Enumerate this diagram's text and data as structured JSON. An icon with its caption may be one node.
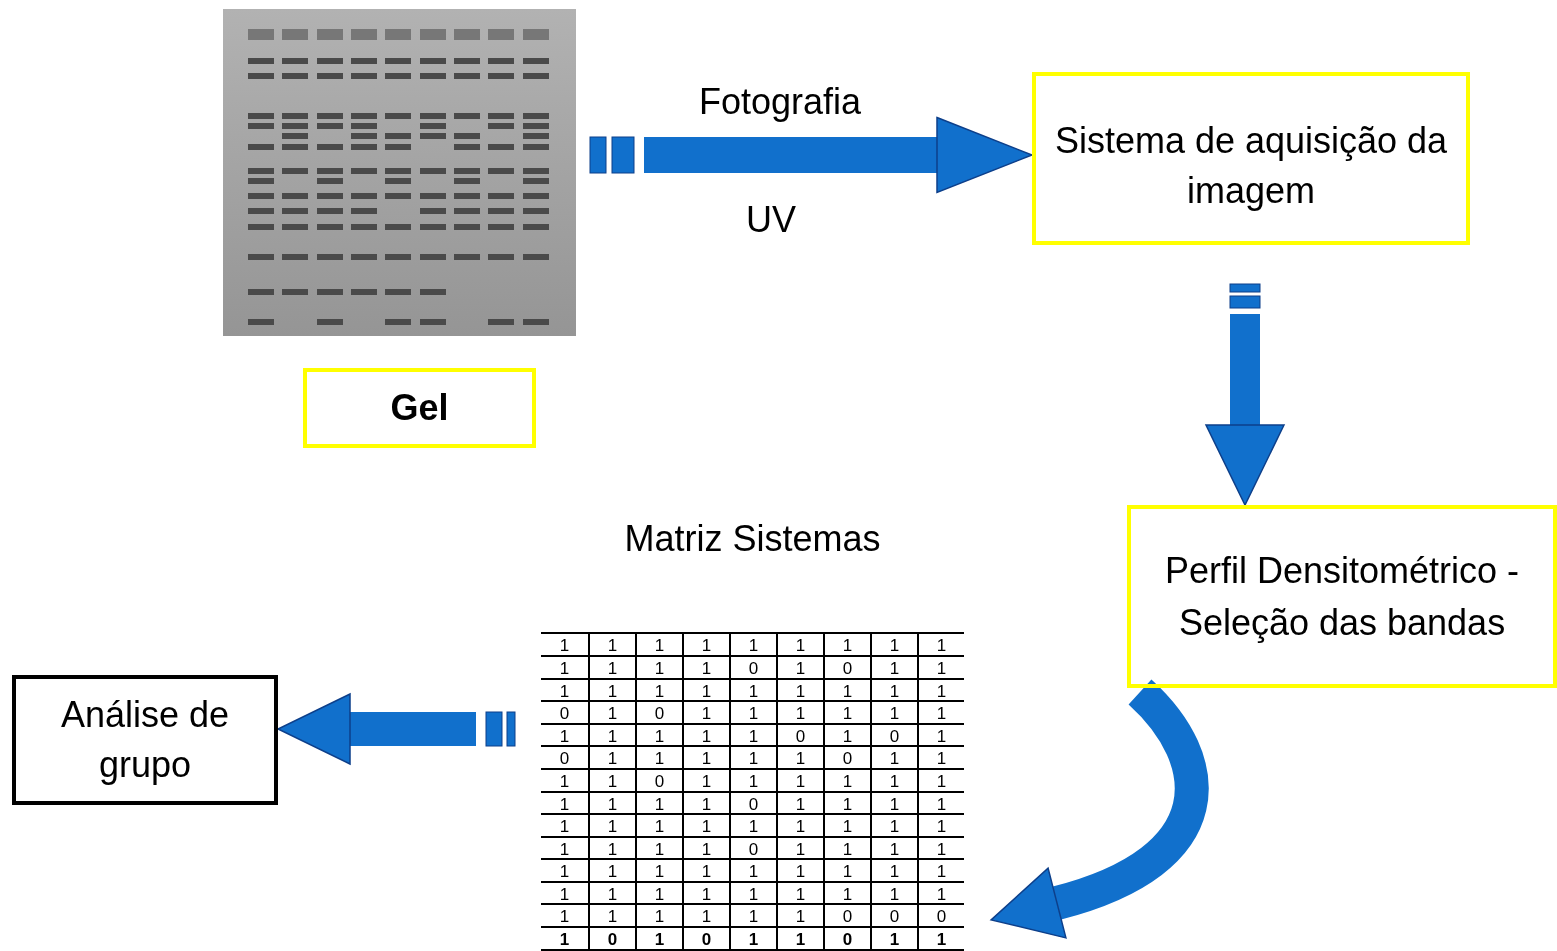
{
  "diagram": {
    "nodes": [
      {
        "text": [],
        "shape": "picture"
      },
      {
        "text": [
          "Gel"
        ]
      },
      {
        "text": [
          "Sistema de aquisição da imagem"
        ]
      },
      {
        "text": [
          "Perfil Densitométrico - Seleção das bandas"
        ]
      },
      {
        "text": [
          "Matriz Sistemas"
        ]
      },
      {
        "text": [
          "Análise de grupo"
        ]
      }
    ],
    "edges": [
      {
        "from": 0,
        "to": 2,
        "arrow": "to",
        "label": "Fotografia"
      },
      {
        "from": 2,
        "to": 3,
        "arrow": "to"
      },
      {
        "from": 3,
        "to": 4,
        "arrow": "to"
      },
      {
        "from": 4,
        "to": 5,
        "arrow": "to"
      }
    ],
    "labels": [
      "UV",
      "1",
      "1",
      "1",
      "1",
      "1",
      "1",
      "1",
      "1",
      "1",
      "1",
      "1",
      "1",
      "1",
      "0",
      "1",
      "0",
      "1",
      "1",
      "1",
      "1",
      "1",
      "1",
      "1",
      "1",
      "1",
      "1",
      "1",
      "0",
      "1",
      "0",
      "1",
      "1",
      "1",
      "1",
      "1",
      "1",
      "1",
      "1",
      "1",
      "1",
      "1",
      "0",
      "1",
      "0",
      "1",
      "0",
      "1",
      "1",
      "1",
      "1",
      "1",
      "0",
      "1",
      "1",
      "1",
      "1",
      "0",
      "1",
      "1",
      "1",
      "1",
      "1",
      "1",
      "1",
      "1",
      "1",
      "1",
      "0",
      "1",
      "1",
      "1",
      "1",
      "1",
      "1",
      "1",
      "1",
      "1",
      "1",
      "1",
      "1",
      "1",
      "1",
      "1",
      "1",
      "1",
      "0",
      "1",
      "1",
      "1",
      "1",
      "1",
      "1",
      "1",
      "1",
      "1",
      "1",
      "1",
      "1",
      "1",
      "1",
      "1",
      "1",
      "1",
      "1",
      "1",
      "1",
      "1",
      "1",
      "1",
      "1",
      "1",
      "1",
      "1",
      "1",
      "0",
      "0",
      "0",
      "1",
      "0",
      "1",
      "0",
      "1",
      "1",
      "0",
      "1",
      "1"
    ]
  }
}
